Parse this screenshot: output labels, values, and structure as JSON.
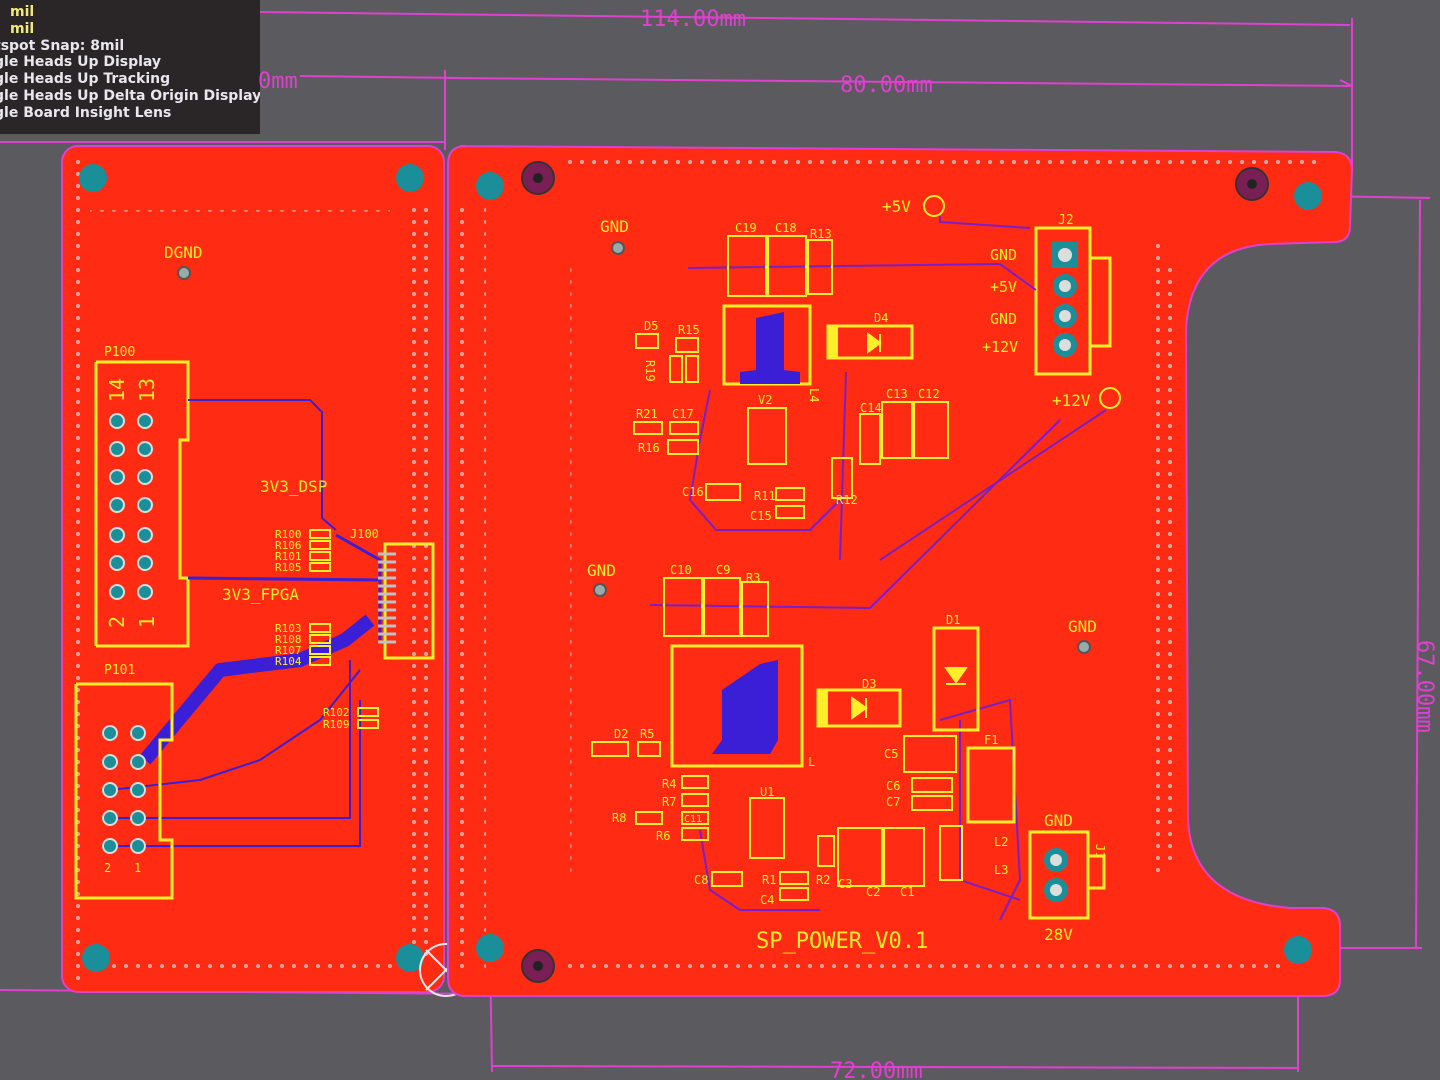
{
  "hud": {
    "line1": "mil",
    "line2": "mil",
    "line3": "tspot Snap: 8mil",
    "line4": "gle Heads Up Display",
    "line5": "gle Heads Up Tracking",
    "line6": "gle Heads Up Delta Origin Display",
    "line7": "gle Board Insight Lens"
  },
  "dimensions": {
    "overall_width": "114.00mm",
    "left_partial": "0mm",
    "right_board_width": "80.00mm",
    "right_height": "67.00mm",
    "bottom_span": "72.00mm"
  },
  "left_board": {
    "net_dgnd": "DGND",
    "p100": "P100",
    "p100_pin14": "14",
    "p100_pin13": "13",
    "p100_pin2": "2",
    "p100_pin1": "1",
    "p101": "P101",
    "p101_pin2": "2",
    "p101_pin1": "1",
    "net_3v3_dsp": "3V3_DSP",
    "net_3v3_fpga": "3V3_FPGA",
    "j100": "J100",
    "r100": "R100",
    "r106": "R106",
    "r101": "R101",
    "r105": "R105",
    "r103": "R103",
    "r108": "R108",
    "r107": "R107",
    "r104": "R104",
    "r102": "R102",
    "r109": "R109"
  },
  "right_board": {
    "gnd_top": "GND",
    "gnd_mid": "GND",
    "gnd_right": "GND",
    "gnd_j1": "GND",
    "plus5v": "+5V",
    "plus12v": "+12V",
    "j2": "J2",
    "j2_gnd1": "GND",
    "j2_5v": "+5V",
    "j2_gnd2": "GND",
    "j2_12v": "+12V",
    "c19": "C19",
    "c18": "C18",
    "r13": "R13",
    "d5": "D5",
    "r15": "R15",
    "r19": "R19",
    "d4": "D4",
    "r21": "R21",
    "c17": "C17",
    "r16": "R16",
    "v2": "V2",
    "l4": "L4",
    "c14": "C14",
    "c13": "C13",
    "c12": "C12",
    "c16": "C16",
    "r11": "R11",
    "c15": "C15",
    "r12": "R12",
    "c10": "C10",
    "c9": "C9",
    "r3": "R3",
    "d1": "D1",
    "d3": "D3",
    "d2": "D2",
    "r5": "R5",
    "c5": "C5",
    "c6": "C6",
    "c7": "C7",
    "f1": "F1",
    "r4": "R4",
    "r7": "R7",
    "r8": "R8",
    "c11": "C11",
    "r6": "R6",
    "u1": "U1",
    "l1": "L",
    "l2": "L2",
    "l3": "L3",
    "c8": "C8",
    "r1": "R1",
    "r2": "R2",
    "c4": "C4",
    "c3": "C3",
    "c2": "C2",
    "c1": "C1",
    "j1": "J1",
    "v28": "28V",
    "board_name": "SP_POWER_V0.1"
  },
  "colors": {
    "background": "#5b5a5e",
    "copper_top": "#ff2b12",
    "silkscreen": "#ffef2a",
    "bottom_trace": "#3b1fd6",
    "dimension": "#e040d0",
    "pad_teal": "#1a8f9a",
    "hud_bg": "#2a2627"
  }
}
